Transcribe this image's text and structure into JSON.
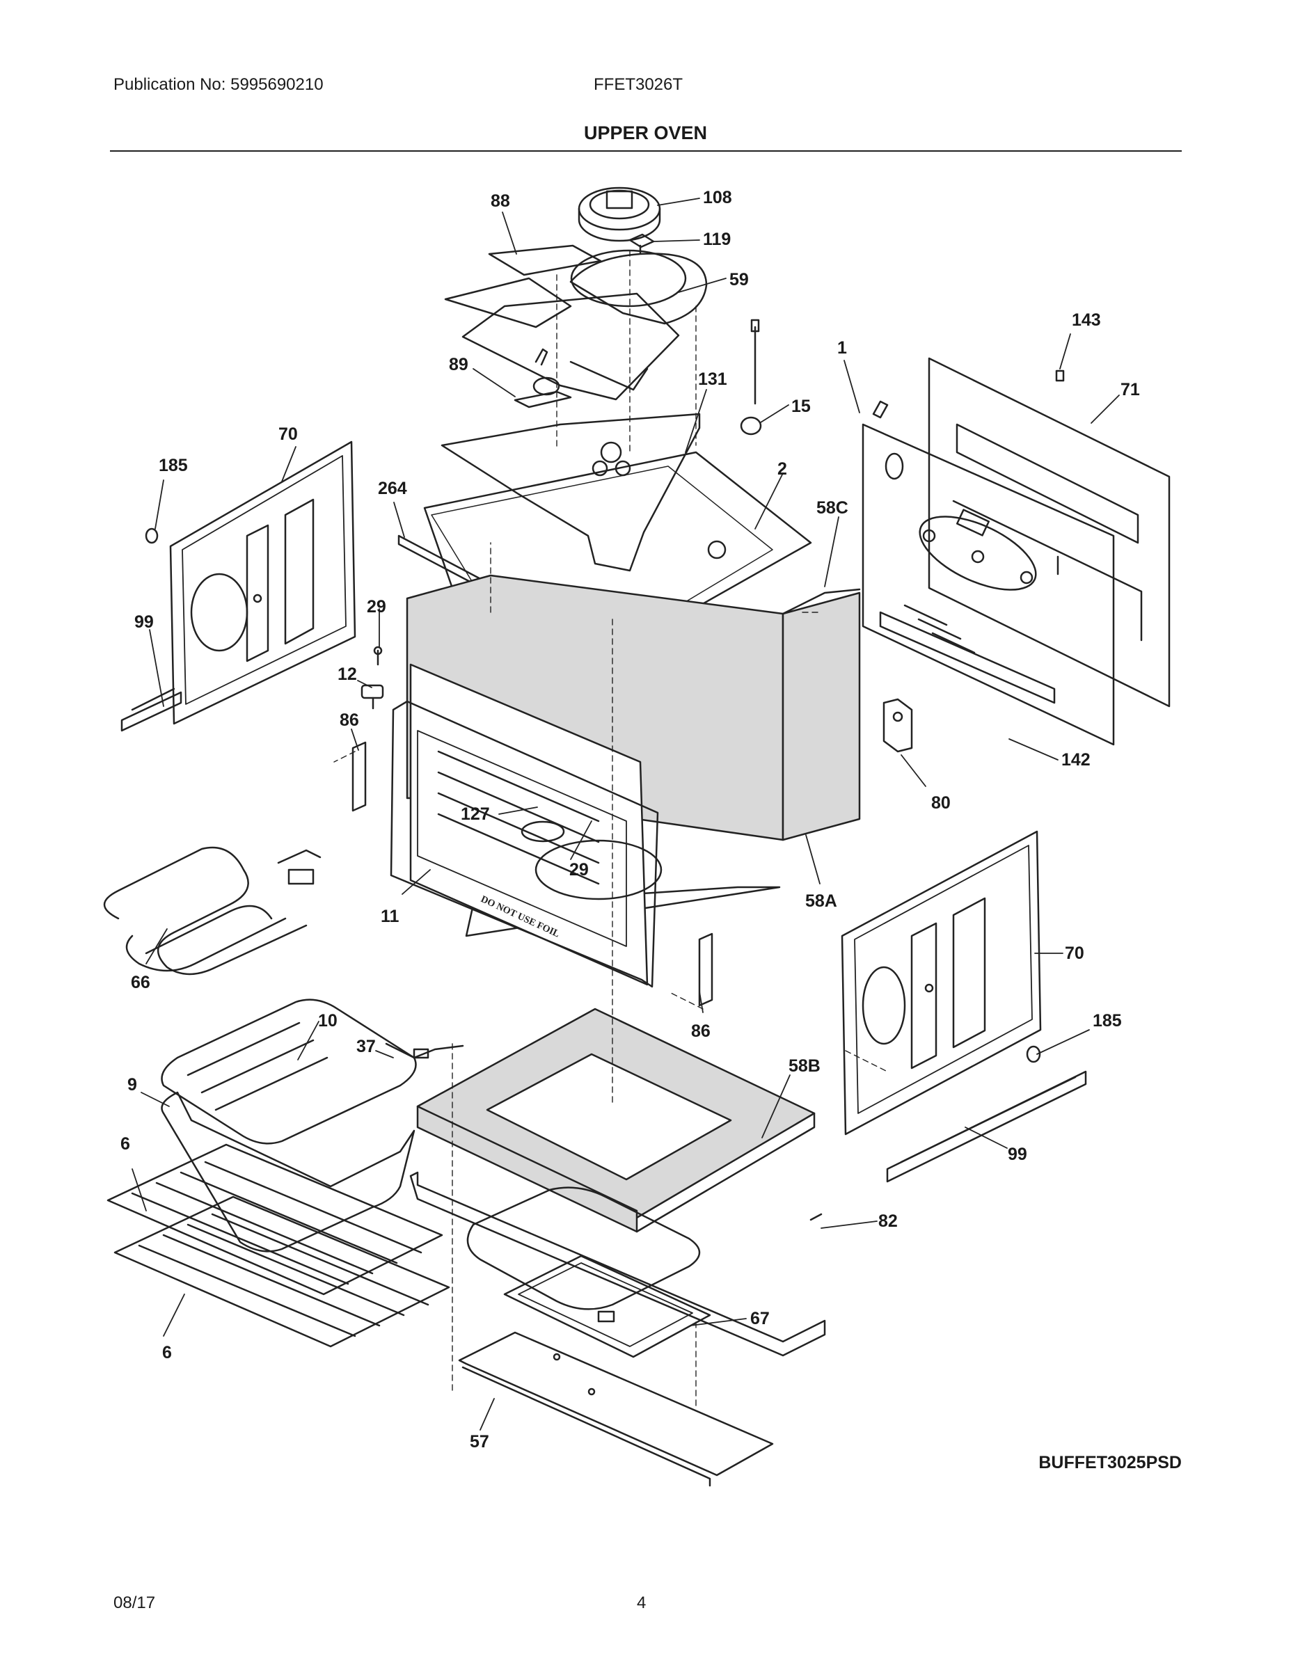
{
  "header": {
    "publication": "Publication No: 5995690210",
    "model": "FFET3026T",
    "section_title": "UPPER OVEN"
  },
  "diagram": {
    "callouts": [
      "108",
      "88",
      "119",
      "59",
      "143",
      "1",
      "71",
      "89",
      "131",
      "15",
      "70",
      "185",
      "264",
      "2",
      "58C",
      "29",
      "99",
      "12",
      "86",
      "142",
      "80",
      "127",
      "29",
      "11",
      "58A",
      "70",
      "66",
      "10",
      "86",
      "185",
      "37",
      "58B",
      "9",
      "99",
      "6",
      "82",
      "67",
      "6",
      "57"
    ],
    "oven_warning_text": "DO NOT USE FOIL",
    "line_color": "#222222",
    "panel_fill": "#d9d9d9",
    "diagram_code": "BUFFET3025PSD"
  },
  "footer": {
    "date": "08/17",
    "page_number": "4"
  }
}
